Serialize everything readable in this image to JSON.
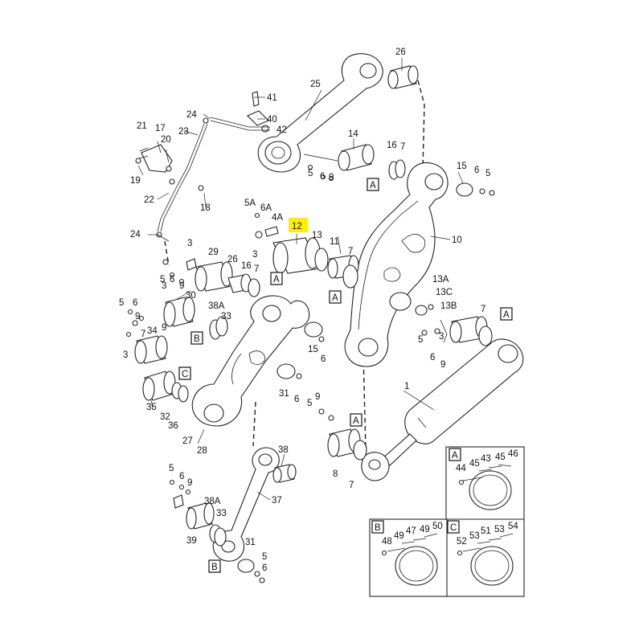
{
  "highlight_color": "#ffee00",
  "callouts": {
    "c1": "1",
    "c3a": "3",
    "c3b": "3",
    "c3c": "3",
    "c3d": "3",
    "c3e": "3",
    "c5a": "5",
    "c5b": "5",
    "c5c": "5",
    "c5d": "5",
    "c5e": "5",
    "c5f": "5",
    "c5g": "5",
    "c5h": "5",
    "c5A": "5A",
    "c6A": "6A",
    "c4A": "4A",
    "c6a": "6",
    "c6b": "6",
    "c6c": "6",
    "c6d": "6",
    "c6e": "6",
    "c6f": "6",
    "c6g": "6",
    "c6h": "6",
    "c6i": "6",
    "c7a": "7",
    "c7b": "7",
    "c7c": "7",
    "c7d": "7",
    "c7e": "7",
    "c7f": "7",
    "c8": "8",
    "c9a": "9",
    "c9b": "9",
    "c9c": "9",
    "c9d": "9",
    "c9e": "9",
    "c9f": "9",
    "c9g": "9",
    "c10": "10",
    "c11": "11",
    "c12": "12",
    "c13": "13",
    "c13A": "13A",
    "c13B": "13B",
    "c13C": "13C",
    "c14": "14",
    "c15a": "15",
    "c15b": "15",
    "c16a": "16",
    "c16b": "16",
    "c17": "17",
    "c18": "18",
    "c19": "19",
    "c20": "20",
    "c21": "21",
    "c22": "22",
    "c23": "23",
    "c24a": "24",
    "c24b": "24",
    "c25": "25",
    "c26a": "26",
    "c26b": "26",
    "c27": "27",
    "c28": "28",
    "c29": "29",
    "c30": "30",
    "c31a": "31",
    "c31b": "31",
    "c32": "32",
    "c33a": "33",
    "c33b": "33",
    "c34": "34",
    "c35": "35",
    "c36": "36",
    "c37": "37",
    "c38": "38",
    "c38Aa": "38A",
    "c38Ab": "38A",
    "c39": "39",
    "c40": "40",
    "c41": "41",
    "c42": "42",
    "c44": "44",
    "c45a": "45",
    "c45b": "45",
    "c43": "43",
    "c46": "46",
    "c48": "48",
    "c49a": "49",
    "c47": "47",
    "c49b": "49",
    "c50": "50",
    "c52": "52",
    "c53a": "53",
    "c51": "51",
    "c53b": "53",
    "c54": "54"
  },
  "ref_boxes": {
    "A1": "A",
    "A2": "A",
    "A3": "A",
    "A4": "A",
    "A5": "A",
    "B1": "B",
    "B2": "B",
    "C1": "C"
  },
  "detail_views": {
    "A": "A",
    "B": "B",
    "C": "C"
  }
}
